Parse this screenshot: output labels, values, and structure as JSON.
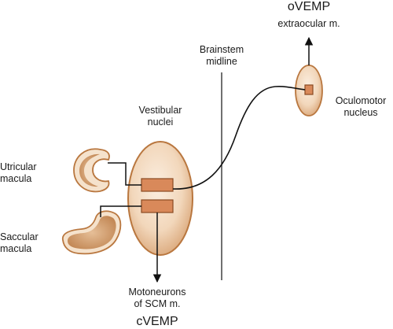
{
  "labels": {
    "ovemp": "oVEMP",
    "extraocular": "extraocular m.",
    "brainstem_line1": "Brainstem",
    "brainstem_line2": "midline",
    "vestibular_line1": "Vestibular",
    "vestibular_line2": "nuclei",
    "oculomotor_line1": "Oculomotor",
    "oculomotor_line2": "nucleus",
    "utricular_line1": "Utricular",
    "utricular_line2": "macula",
    "saccular_line1": "Saccular",
    "saccular_line2": "macula",
    "motoneurons_line1": "Motoneurons",
    "motoneurons_line2": "of SCM m.",
    "cvemp": "cVEMP"
  },
  "colors": {
    "organ_fill": "#f3dcc4",
    "organ_edge": "#b9773f",
    "nucleus_box": "#d9895a",
    "line": "#111111"
  }
}
